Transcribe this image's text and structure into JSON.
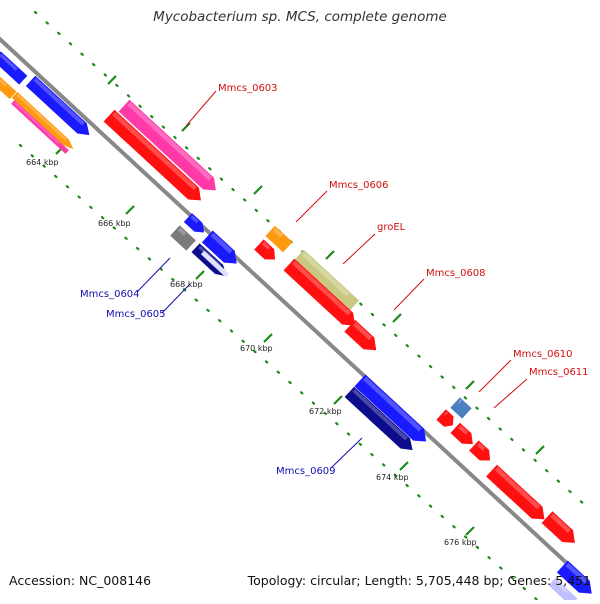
{
  "title": "Mycobacterium sp. MCS, complete genome",
  "footer": {
    "accession": "Accession: NC_008146",
    "topology": "Topology: circular; Length: 5,705,448 bp; Genes: 5,451"
  },
  "ticks": [
    "664 kbp",
    "666 kbp",
    "668 kbp",
    "670 kbp",
    "672 kbp",
    "674 kbp",
    "676 kbp"
  ],
  "genes_red": [
    "Mmcs_0603",
    "Mmcs_0606",
    "groEL",
    "Mmcs_0608",
    "Mmcs_0610",
    "Mmcs_0611"
  ],
  "genes_blue": [
    "Mmcs_0604",
    "Mmcs_0605",
    "Mmcs_0609"
  ],
  "colors": {
    "red": "#ff1010",
    "blue": "#1a1aff",
    "navy": "#0c0c8c",
    "pink": "#ff3aa8",
    "orange": "#ff9a10",
    "olive": "#c8c880",
    "grey": "#7a7a7a",
    "steelblue": "#4a7fc0",
    "backbone": "#888888",
    "grid": "#1a8a1a"
  }
}
